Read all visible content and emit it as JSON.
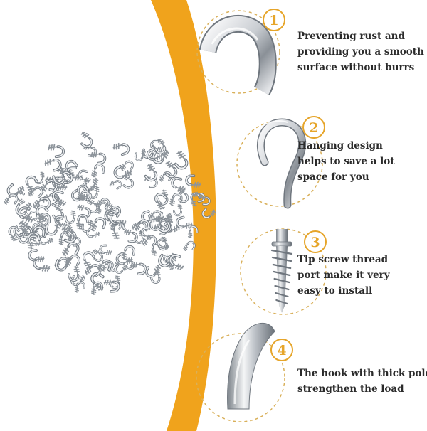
{
  "colors": {
    "accent_orange": "#f0a31c",
    "badge_gold": "#e6a52a",
    "dashed_circle": "#d9b05a",
    "text": "#2b2b2b",
    "metal_light": "#f2f3f5",
    "metal_dark": "#6f767e"
  },
  "product": {
    "image_icon": "pile-of-screw-hooks-icon"
  },
  "features": [
    {
      "number": "1",
      "icon": "hook-curve-closeup-icon",
      "lines": [
        "Preventing rust and",
        "providing you a smooth",
        "surface without burrs"
      ]
    },
    {
      "number": "2",
      "icon": "hanging-hook-icon",
      "lines": [
        "Hanging design",
        "helps to save a lot",
        "space for you"
      ]
    },
    {
      "number": "3",
      "icon": "screw-thread-icon",
      "lines": [
        "Tip screw thread",
        "port make it very",
        "easy to install"
      ]
    },
    {
      "number": "4",
      "icon": "thick-pole-icon",
      "lines": [
        "The hook with thick pole",
        "strengthen the load"
      ]
    }
  ]
}
